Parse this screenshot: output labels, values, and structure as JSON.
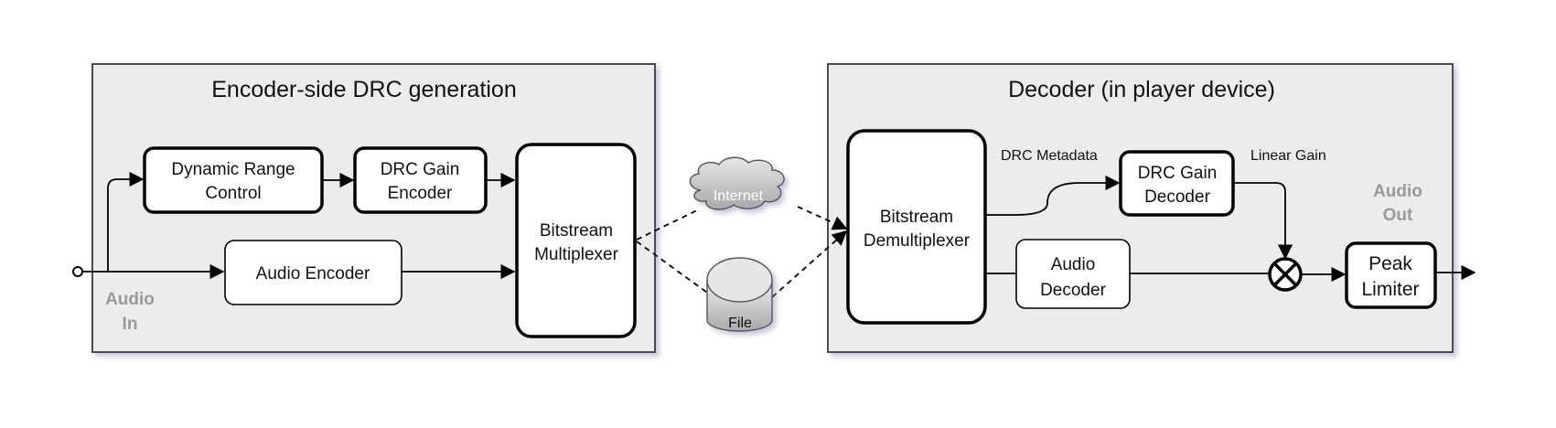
{
  "encoder_panel": {
    "title": "Encoder-side DRC generation",
    "audio_in_label": [
      "Audio",
      "In"
    ],
    "blocks": {
      "dynamic_range_control": [
        "Dynamic Range",
        "Control"
      ],
      "drc_gain_encoder": [
        "DRC Gain",
        "Encoder"
      ],
      "audio_encoder": "Audio Encoder",
      "bitstream_multiplexer": [
        "Bitstream",
        "Multiplexer"
      ]
    }
  },
  "transport": {
    "internet": "Internet",
    "file": "File"
  },
  "decoder_panel": {
    "title": "Decoder (in player device)",
    "audio_out_label": [
      "Audio",
      "Out"
    ],
    "edge_labels": {
      "drc_metadata": "DRC Metadata",
      "linear_gain": "Linear Gain"
    },
    "blocks": {
      "bitstream_demultiplexer": [
        "Bitstream",
        "Demultiplexer"
      ],
      "drc_gain_decoder": [
        "DRC Gain",
        "Decoder"
      ],
      "audio_decoder": [
        "Audio",
        "Decoder"
      ],
      "multiplier": "multiply-icon",
      "peak_limiter": [
        "Peak",
        "Limiter"
      ]
    }
  },
  "colors": {
    "panel_fill": "#ececec",
    "panel_border": "#4a4d52",
    "io_label": "#9a9a9a"
  }
}
